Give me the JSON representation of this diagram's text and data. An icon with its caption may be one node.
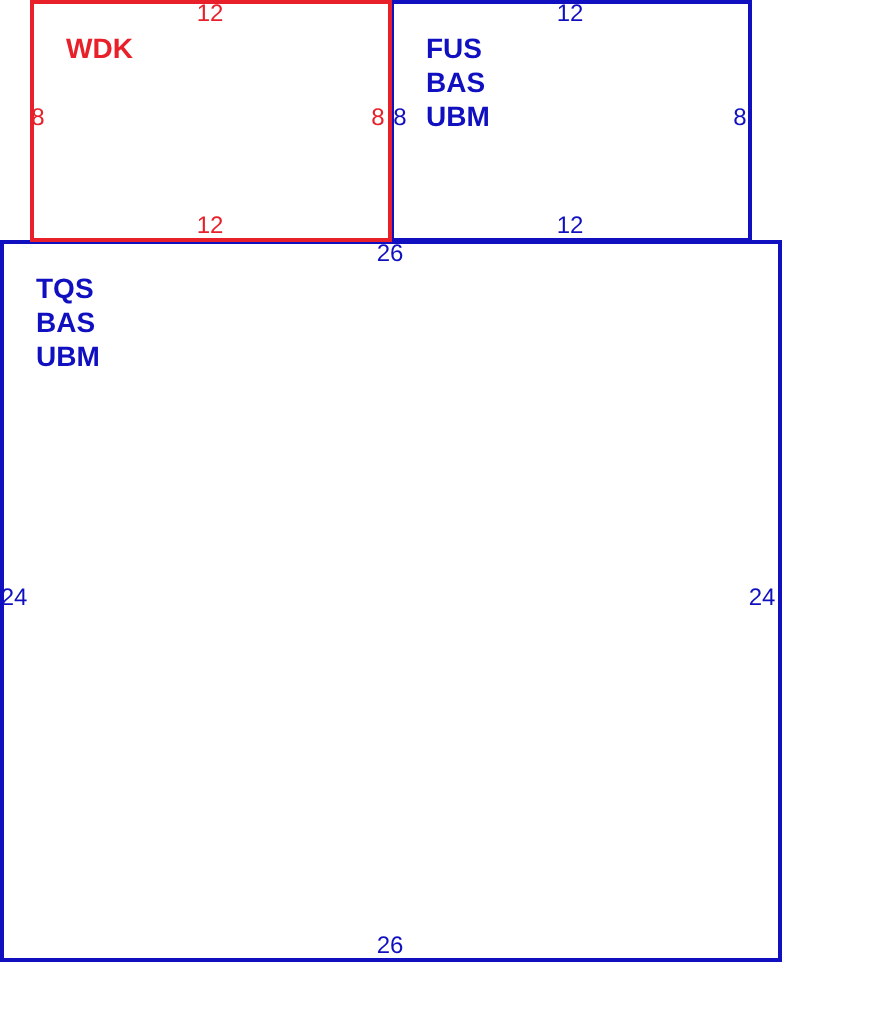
{
  "diagram": {
    "nodes": [
      {
        "text": [
          "WDK"
        ]
      },
      {
        "text": [
          "FUS",
          "BAS",
          "UBM"
        ]
      },
      {
        "text": [
          "TQS",
          "BAS",
          "UBM"
        ]
      }
    ],
    "labels": [
      "12",
      "12",
      "8",
      "8",
      "8",
      "8",
      "12",
      "12",
      "26",
      "24",
      "24",
      "26"
    ]
  }
}
